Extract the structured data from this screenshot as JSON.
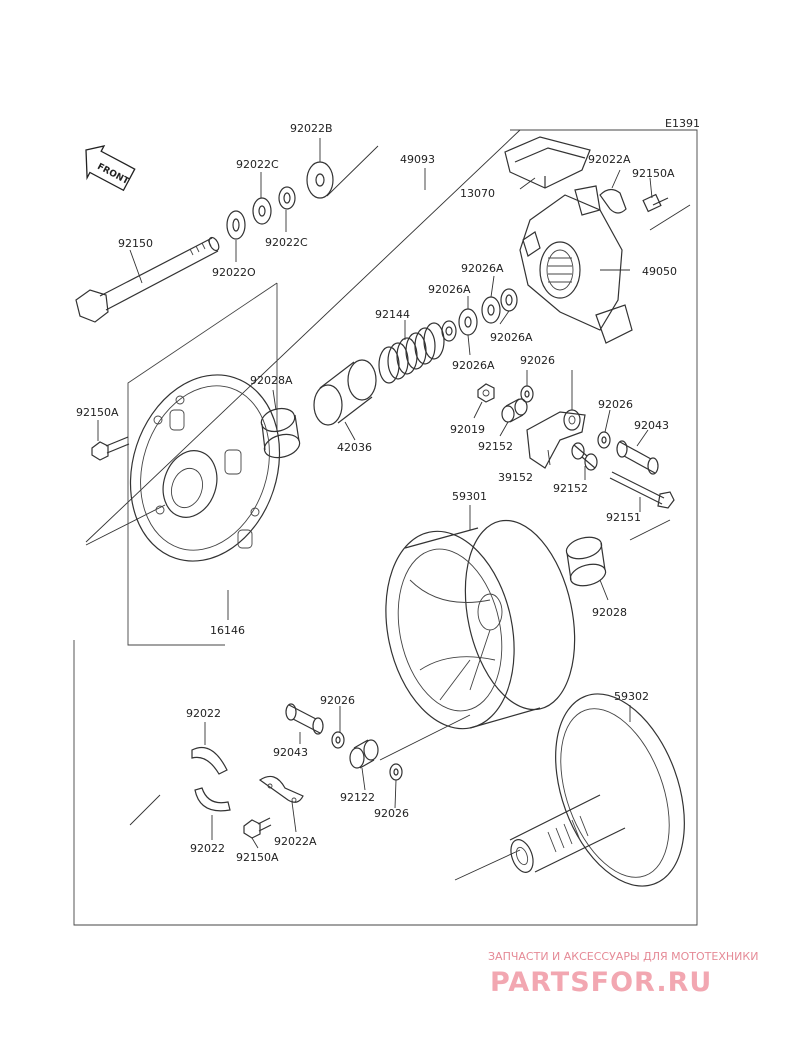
{
  "diagram": {
    "code": "E1391",
    "front_label": "FRONT",
    "parts": {
      "p92022B": "92022B",
      "p92022C_top": "92022C",
      "p92022C_bottom": "92022C",
      "p92022O": "92022O",
      "p49093": "49093",
      "p13070": "13070",
      "p92022A_top": "92022A",
      "p92150A_top": "92150A",
      "p92150": "92150",
      "p49050": "49050",
      "p92026A_1": "92026A",
      "p92026A_2": "92026A",
      "p92026A_3": "92026A",
      "p92026A_4": "92026A",
      "p92144": "92144",
      "p92026_1": "92026",
      "p92028A": "92028A",
      "p92150A_left": "92150A",
      "p42036": "42036",
      "p92019": "92019",
      "p92152_1": "92152",
      "p92026_2": "92026",
      "p92043_right": "92043",
      "p39152": "39152",
      "p92152_2": "92152",
      "p59301": "59301",
      "p92151": "92151",
      "p92028": "92028",
      "p16146": "16146",
      "p59302": "59302",
      "p92022_top": "92022",
      "p92026_3": "92026",
      "p92043_bottom": "92043",
      "p92122": "92122",
      "p92026_4": "92026",
      "p92022_bottom": "92022",
      "p92150A_bottom": "92150A",
      "p92022A_bottom": "92022A"
    }
  },
  "watermark": {
    "tagline": "ЗАПЧАСТИ И АКСЕССУАРЫ ДЛЯ МОТОТЕХНИКИ",
    "brand": "PARTSFOR.RU"
  }
}
